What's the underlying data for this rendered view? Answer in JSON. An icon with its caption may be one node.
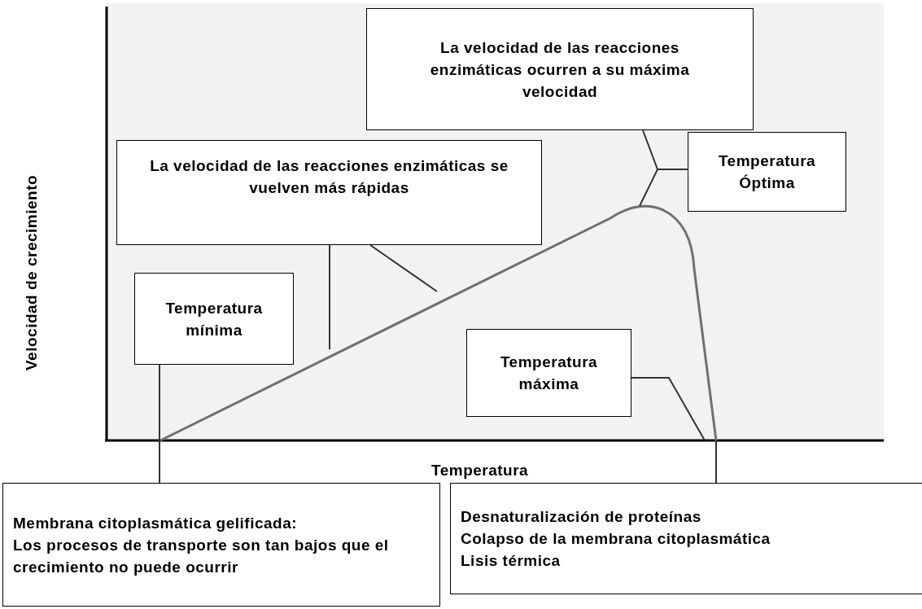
{
  "diagram": {
    "nodes": [
      {
        "text": [
          "La velocidad de las reacciones enzimáticas ocurren a su máxima velocidad"
        ]
      },
      {
        "text": [
          "Temperatura Óptima"
        ]
      },
      {
        "text": [
          "La velocidad de las reacciones enzimáticas se vuelven más rápidas"
        ]
      },
      {
        "text": [
          "Temperatura mínima"
        ]
      },
      {
        "text": [
          "Temperatura máxima"
        ]
      },
      {
        "text": [
          "Membrana citoplasmática gelificada:",
          "Los procesos de transporte son tan bajos que el crecimiento no puede ocurrir"
        ]
      },
      {
        "text": [
          "Desnaturalización de proteínas",
          "Colapso de la membrana citoplasmática",
          "Lisis térmica"
        ]
      }
    ],
    "edges": [
      {
        "from": 1,
        "to": 0,
        "arrow": "none"
      },
      {
        "from": 1,
        "to": null,
        "arrow": "none"
      },
      {
        "from": 2,
        "to": null,
        "arrow": "none"
      },
      {
        "from": 2,
        "to": null,
        "arrow": "none"
      },
      {
        "from": 3,
        "to": null,
        "arrow": "none"
      },
      {
        "from": 4,
        "to": null,
        "arrow": "none"
      },
      {
        "from": 5,
        "to": null,
        "arrow": "none"
      },
      {
        "from": 6,
        "to": null,
        "arrow": "none"
      }
    ],
    "labels": [
      "Velocidad de crecimiento",
      "Temperatura"
    ]
  }
}
